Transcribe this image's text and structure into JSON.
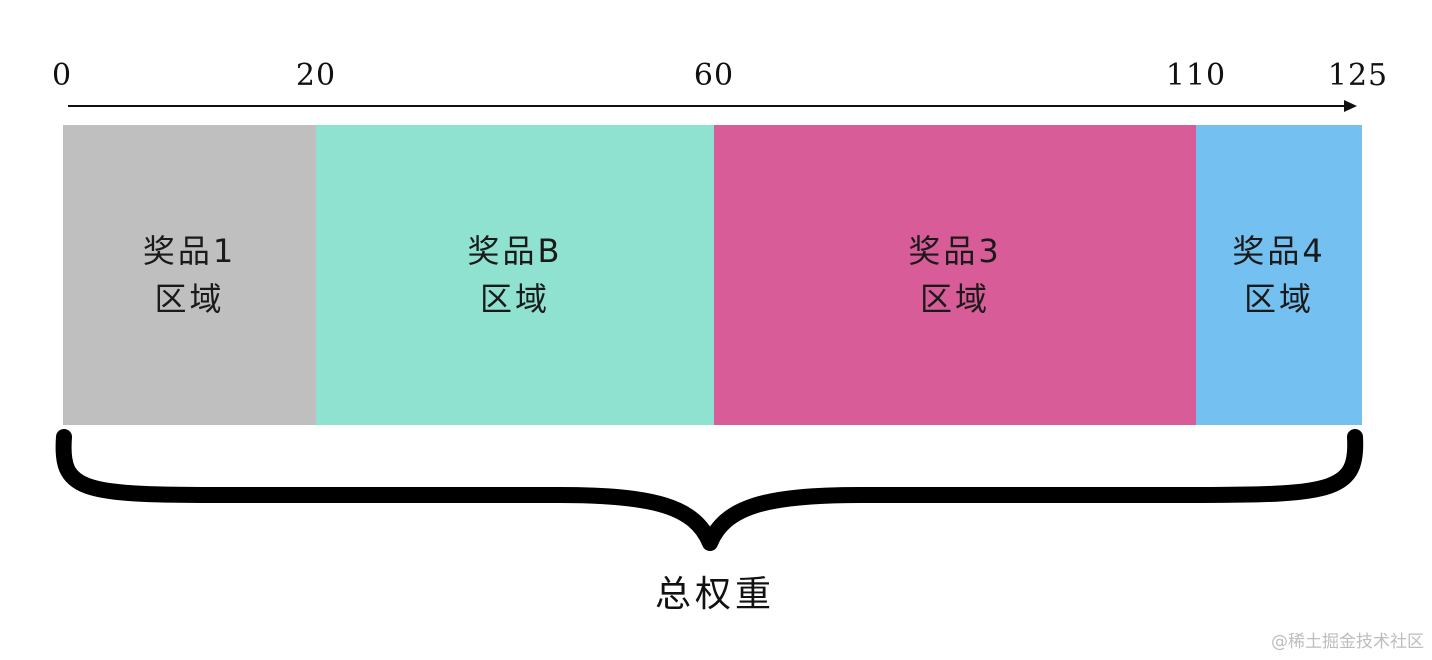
{
  "ticks": [
    "0",
    "20",
    "60",
    "110",
    "125"
  ],
  "tick_values": [
    0,
    20,
    60,
    110,
    125
  ],
  "segments": [
    {
      "line1": "奖品1",
      "line2": "区域",
      "color": "#bfbfbf"
    },
    {
      "line1": "奖品B",
      "line2": "区域",
      "color": "#90e2d0"
    },
    {
      "line1": "奖品3",
      "line2": "区域",
      "color": "#d85c98"
    },
    {
      "line1": "奖品4",
      "line2": "区域",
      "color": "#74c0f0"
    }
  ],
  "total_label": "总权重",
  "watermark": "@稀土掘金技术社区"
}
